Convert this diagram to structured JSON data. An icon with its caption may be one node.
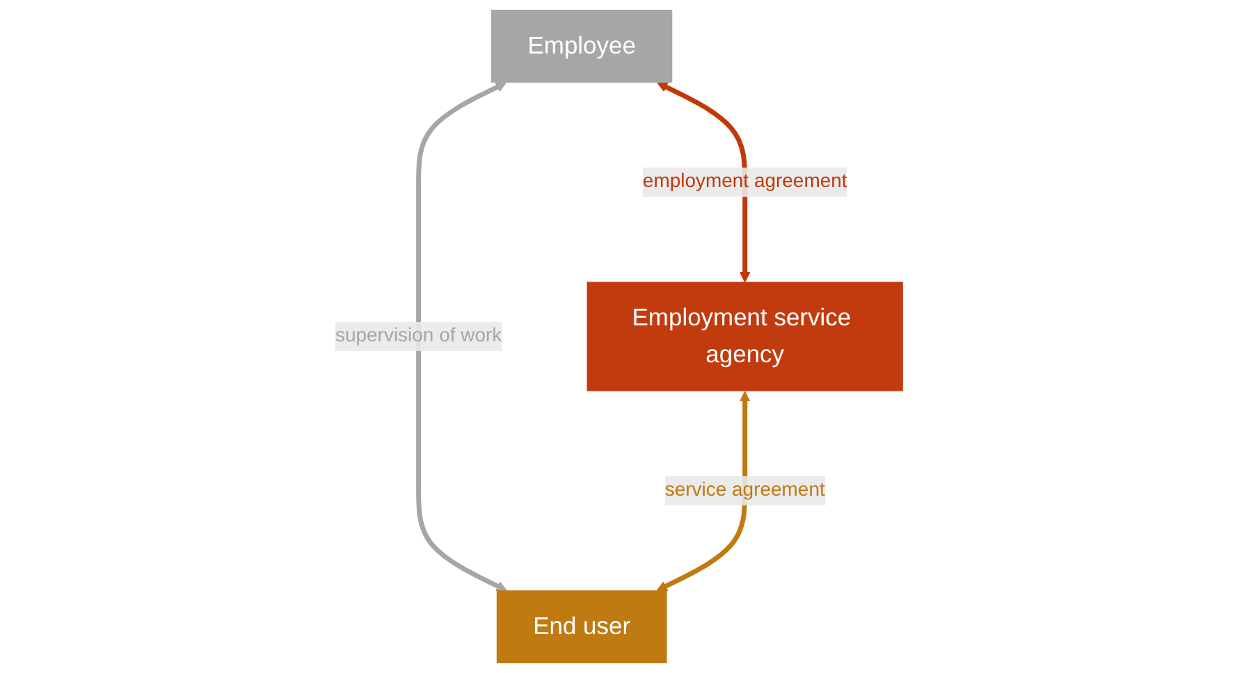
{
  "diagram": {
    "nodes": [
      {
        "text": [
          "Employee"
        ]
      },
      {
        "text": [
          "Employment service agency"
        ]
      },
      {
        "text": [
          "End user"
        ]
      }
    ],
    "edges": [
      {
        "from": 0,
        "to": 1,
        "arrow": "both",
        "label": "employment agreement",
        "color": "#c0390b"
      },
      {
        "from": 0,
        "to": 2,
        "arrow": "both",
        "label": "supervision of work",
        "color": "#a6a6a6"
      },
      {
        "from": 1,
        "to": 2,
        "arrow": "both",
        "label": "service agreement",
        "color": "#bf7a12"
      }
    ]
  }
}
